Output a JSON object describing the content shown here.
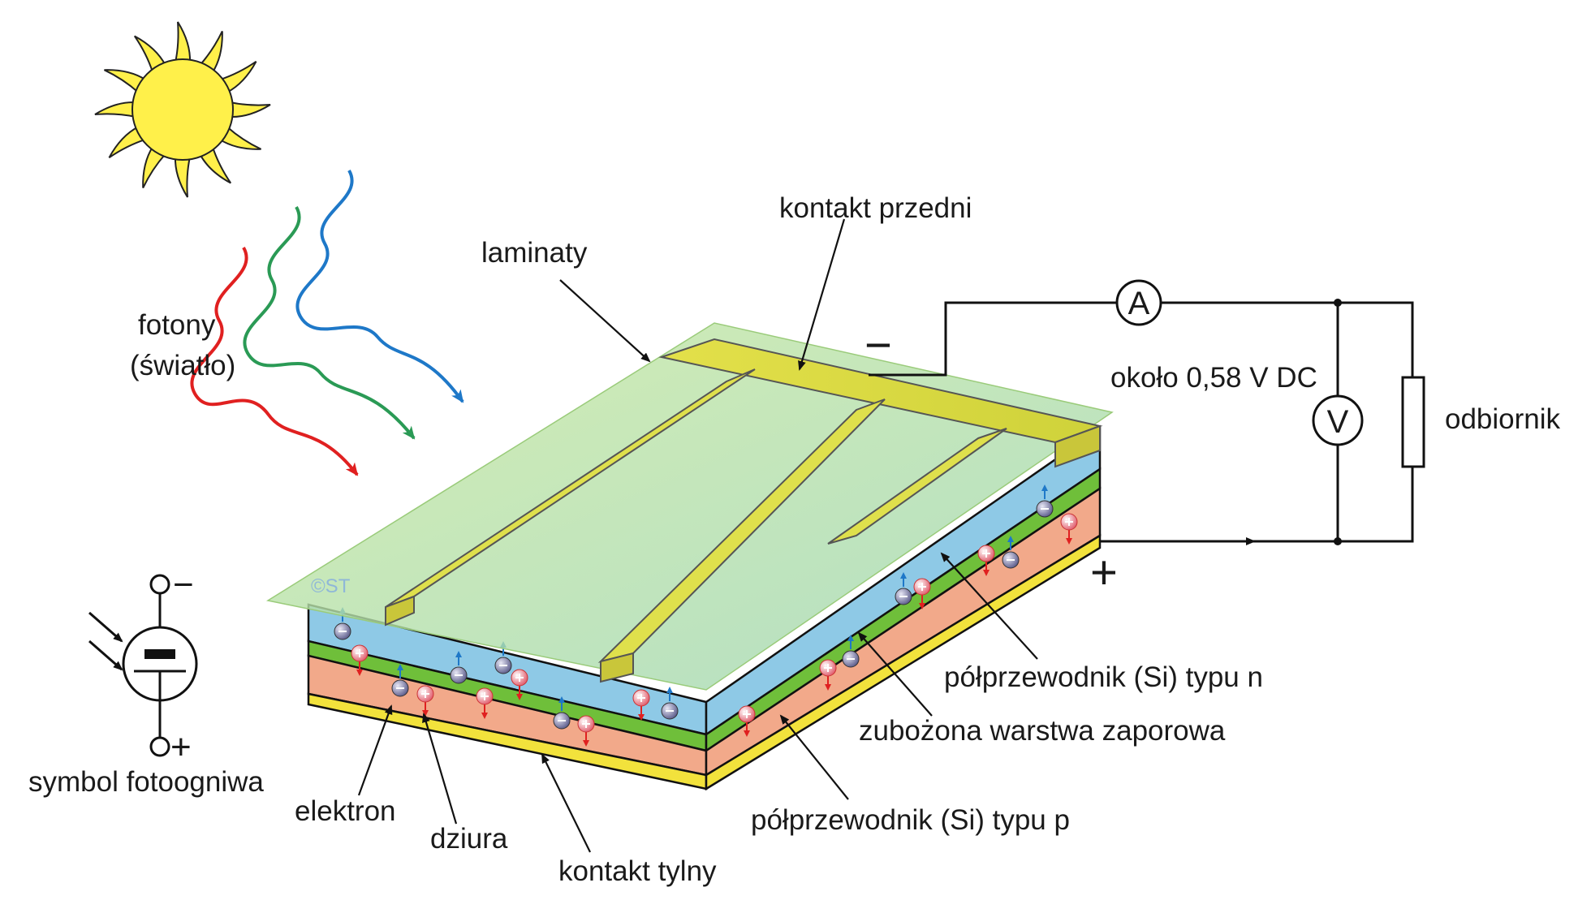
{
  "labels": {
    "sun_caption": "fotony",
    "sun_caption_2": "(światło)",
    "laminates": "laminaty",
    "front_contact": "kontakt przedni",
    "voltage": "około 0,58 V DC",
    "load": "odbiornik",
    "n_type": "półprzewodnik (Si) typu n",
    "depletion": "zubożona warstwa zaporowa",
    "p_type": "półprzewodnik (Si) typu p",
    "back_contact": "kontakt tylny",
    "hole": "dziura",
    "electron": "elektron",
    "cell_symbol": "symbol fotoogniwa",
    "minus": "−",
    "plus": "+",
    "symbol_minus": "−",
    "symbol_plus": "+",
    "ammeter": "A",
    "voltmeter": "V",
    "copyright": "©ST"
  },
  "colors": {
    "sun": "#fff04a",
    "ray_red": "#e02020",
    "ray_green": "#2a9a55",
    "ray_blue": "#1e78c8",
    "laminate": "#b6df8a",
    "contact": "#d9d93a",
    "n_layer": "#8ec9e6",
    "depletion_layer": "#6fbf3a",
    "p_layer": "#f2a98a",
    "back_contact_layer": "#f2e23c"
  }
}
